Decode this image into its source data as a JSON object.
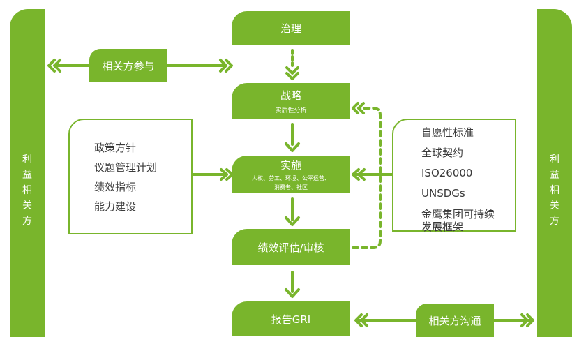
{
  "left_pillar": {
    "chars": [
      "利",
      "益",
      "相",
      "关",
      "方"
    ]
  },
  "right_pillar": {
    "chars": [
      "利",
      "益",
      "相",
      "关",
      "方"
    ]
  },
  "stages": {
    "governance": {
      "label": "治理"
    },
    "strategy": {
      "label": "战略",
      "sub": "实质性分析"
    },
    "implementation": {
      "label": "实施",
      "sub_line1": "人权、劳工、环境、公平运营、",
      "sub_line2": "消费者、社区"
    },
    "evaluation": {
      "label": "绩效评估/审核"
    },
    "report": {
      "label": "报告GRI"
    }
  },
  "tags": {
    "participation": "相关方参与",
    "communication": "相关方沟通"
  },
  "left_box": {
    "items": [
      "政策方针",
      "议题管理计划",
      "绩效指标",
      "能力建设"
    ]
  },
  "right_box": {
    "items": [
      "自愿性标准",
      "全球契约",
      "ISO26000",
      "UNSDGs",
      "金鹰集团可持续发展框架"
    ]
  },
  "colors": {
    "accent": "#79b52c",
    "text": "#3a3a3a",
    "background": "#ffffff"
  }
}
